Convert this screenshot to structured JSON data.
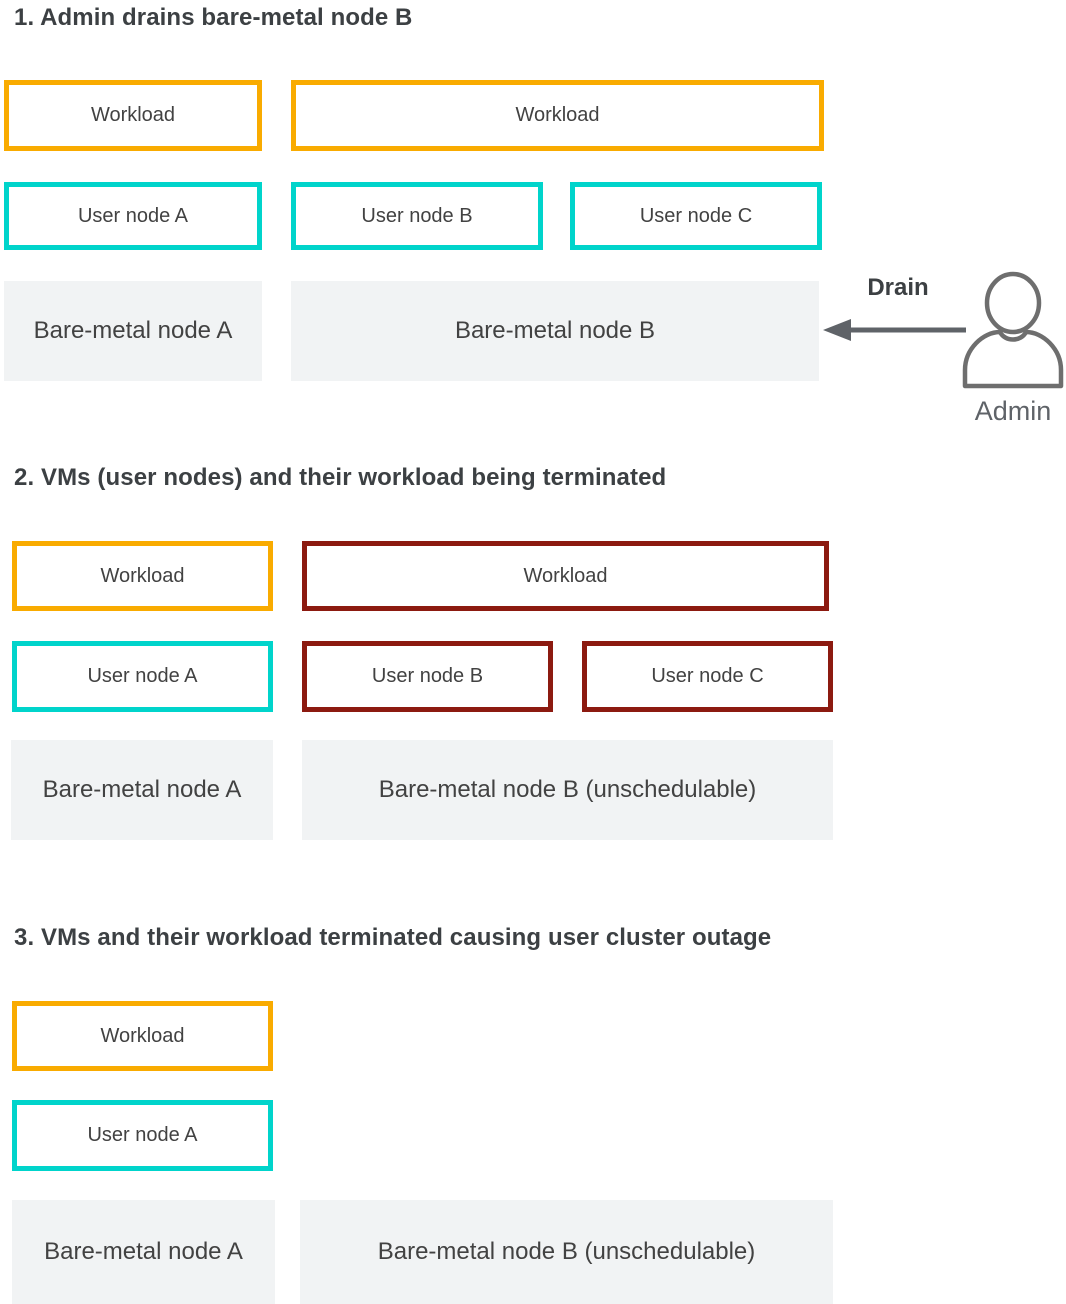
{
  "colors": {
    "workload_border": "#F9AB00",
    "user_node_border": "#00D4CB",
    "terminated_border": "#8C1A10",
    "bare_metal_bg": "#F1F3F4",
    "arrow_gray": "#5F6368",
    "icon_gray": "#6E6E6E",
    "title_text": "#3C4043",
    "label_text": "#424242"
  },
  "sections": [
    {
      "title": "1. Admin drains bare-metal node B",
      "workload_a": "Workload",
      "workload_bc": "Workload",
      "user_node_a": "User node A",
      "user_node_b": "User node B",
      "user_node_c": "User node C",
      "bare_metal_a": "Bare-metal node A",
      "bare_metal_b": "Bare-metal node B",
      "drain_label": "Drain",
      "admin_label": "Admin"
    },
    {
      "title": "2. VMs (user nodes) and their workload being terminated",
      "workload_a": "Workload",
      "workload_bc": "Workload",
      "user_node_a": "User node A",
      "user_node_b": "User node B",
      "user_node_c": "User node C",
      "bare_metal_a": "Bare-metal node A",
      "bare_metal_b": "Bare-metal node B (unschedulable)"
    },
    {
      "title": "3. VMs and their workload terminated causing user cluster outage",
      "workload_a": "Workload",
      "user_node_a": "User node A",
      "bare_metal_a": "Bare-metal node A",
      "bare_metal_b": "Bare-metal node B (unschedulable)"
    }
  ]
}
